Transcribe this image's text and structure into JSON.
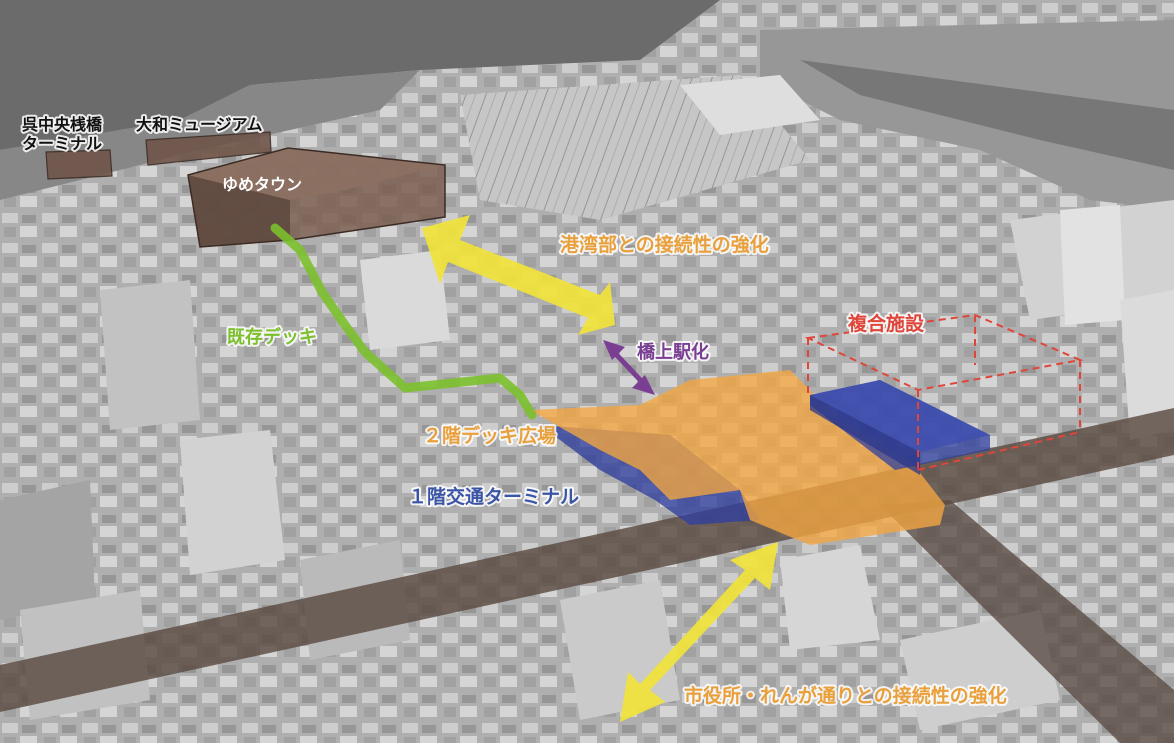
{
  "colors": {
    "orange": "#f5a640",
    "orange_text": "#e9a03b",
    "yellow": "#f0e33a",
    "green": "#7cc02e",
    "purple": "#7a3e93",
    "blue": "#2f3f9e",
    "blue_text": "#3b55a6",
    "red": "#e0453a",
    "brown": "#6b5549",
    "dark_brown": "#4b3a31"
  },
  "labels": {
    "kure_pier_terminal": [
      "呉中央桟橋",
      "ターミナル"
    ],
    "yamato_museum": "大和ミュージアム",
    "youme_town": "ゆめタウン",
    "port_connection": "港湾部との接続性の強化",
    "existing_deck": "既存デッキ",
    "bridge_station": "橋上駅化",
    "complex_facility": "複合施設",
    "deck_plaza": "２階デッキ広場",
    "transport_terminal": "１階交通ターミナル",
    "city_connection": "市役所・れんが通りとの接続性の強化"
  }
}
